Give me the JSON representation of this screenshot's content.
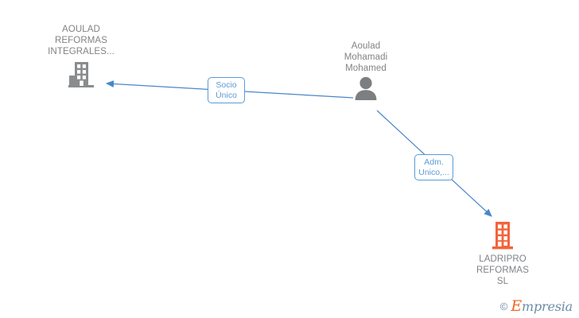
{
  "diagram": {
    "type": "ownership-network",
    "background": "#ffffff",
    "colors": {
      "edge": "#5b9bd5",
      "label_text": "#5b9bd5",
      "node_text": "#808285",
      "company_active": "#f4633a",
      "company_inactive": "#808285",
      "person": "#808285",
      "watermark_brand": "#6d8ba6",
      "watermark_accent": "#f26722"
    },
    "nodes": [
      {
        "id": "aoulad-reformas-integrales",
        "kind": "company",
        "icon": "building-icon",
        "state": "inactive",
        "label": "AOULAD\nREFORMAS\nINTEGRALES...",
        "label_position": "above"
      },
      {
        "id": "aoulad-mohamadi-mohamed",
        "kind": "person",
        "icon": "person-icon",
        "label": "Aoulad\nMohamadi\nMohamed",
        "label_position": "above"
      },
      {
        "id": "ladripro-reformas-sl",
        "kind": "company",
        "icon": "building-icon",
        "state": "active",
        "label": "LADRIPRO\nREFORMAS\nSL",
        "label_position": "below"
      }
    ],
    "edges": [
      {
        "id": "edge-socio-unico",
        "from": "aoulad-mohamadi-mohamed",
        "to": "aoulad-reformas-integrales",
        "label": "Socio\nÚnico",
        "arrow": "end"
      },
      {
        "id": "edge-adm-unico",
        "from": "aoulad-mohamadi-mohamed",
        "to": "ladripro-reformas-sl",
        "label": "Adm.\nUnico,...",
        "arrow": "end"
      }
    ]
  },
  "watermark": {
    "copyright": "©",
    "brand_initial": "E",
    "brand_rest": "mpresia"
  }
}
